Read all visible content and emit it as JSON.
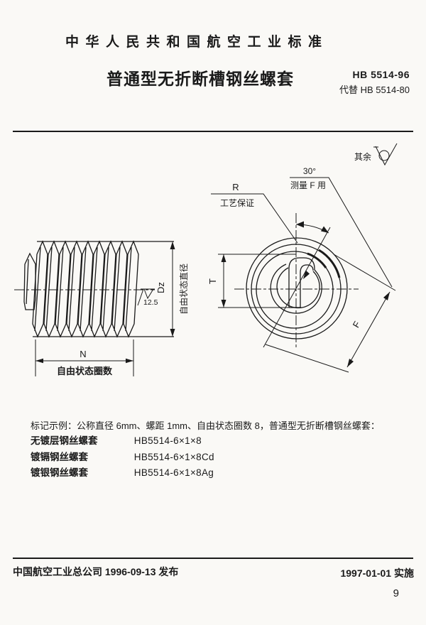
{
  "header": {
    "standard_title": "中华人民共和国航空工业标准",
    "subject": "普通型无折断槽钢丝螺套",
    "code": "HB 5514-96",
    "supersedes": "代替 HB 5514-80"
  },
  "figure": {
    "rest_surfaces_label": "其余",
    "side_view": {
      "diameter_symbol": "Dz",
      "diameter_label": "自由状态直径",
      "roughness_value": "12.5",
      "coils_symbol": "N",
      "coils_label": "自由状态圈数"
    },
    "end_view": {
      "radius_symbol": "R",
      "radius_note": "工艺保证",
      "angle_value": "30°",
      "angle_note": "测量 F 用",
      "tang_height_symbol": "T",
      "tang_length_symbol": "F"
    }
  },
  "designation": {
    "example_intro": "标记示例：公称直径 6mm、螺距 1mm、自由状态圈数 8，普通型无折断槽钢丝螺套：",
    "items": [
      {
        "label": "无镀层钢丝螺套",
        "code": "HB5514-6×1×8"
      },
      {
        "label": "镀镉钢丝螺套",
        "code": "HB5514-6×1×8Cd"
      },
      {
        "label": "镀银钢丝螺套",
        "code": "HB5514-6×1×8Ag"
      }
    ]
  },
  "footer": {
    "publisher_line": "中国航空工业总公司 1996-09-13 发布",
    "effective_line": "1997-01-01 实施",
    "page_number": "9"
  },
  "colors": {
    "ink": "#1a1a1a",
    "paper": "#faf9f6"
  }
}
